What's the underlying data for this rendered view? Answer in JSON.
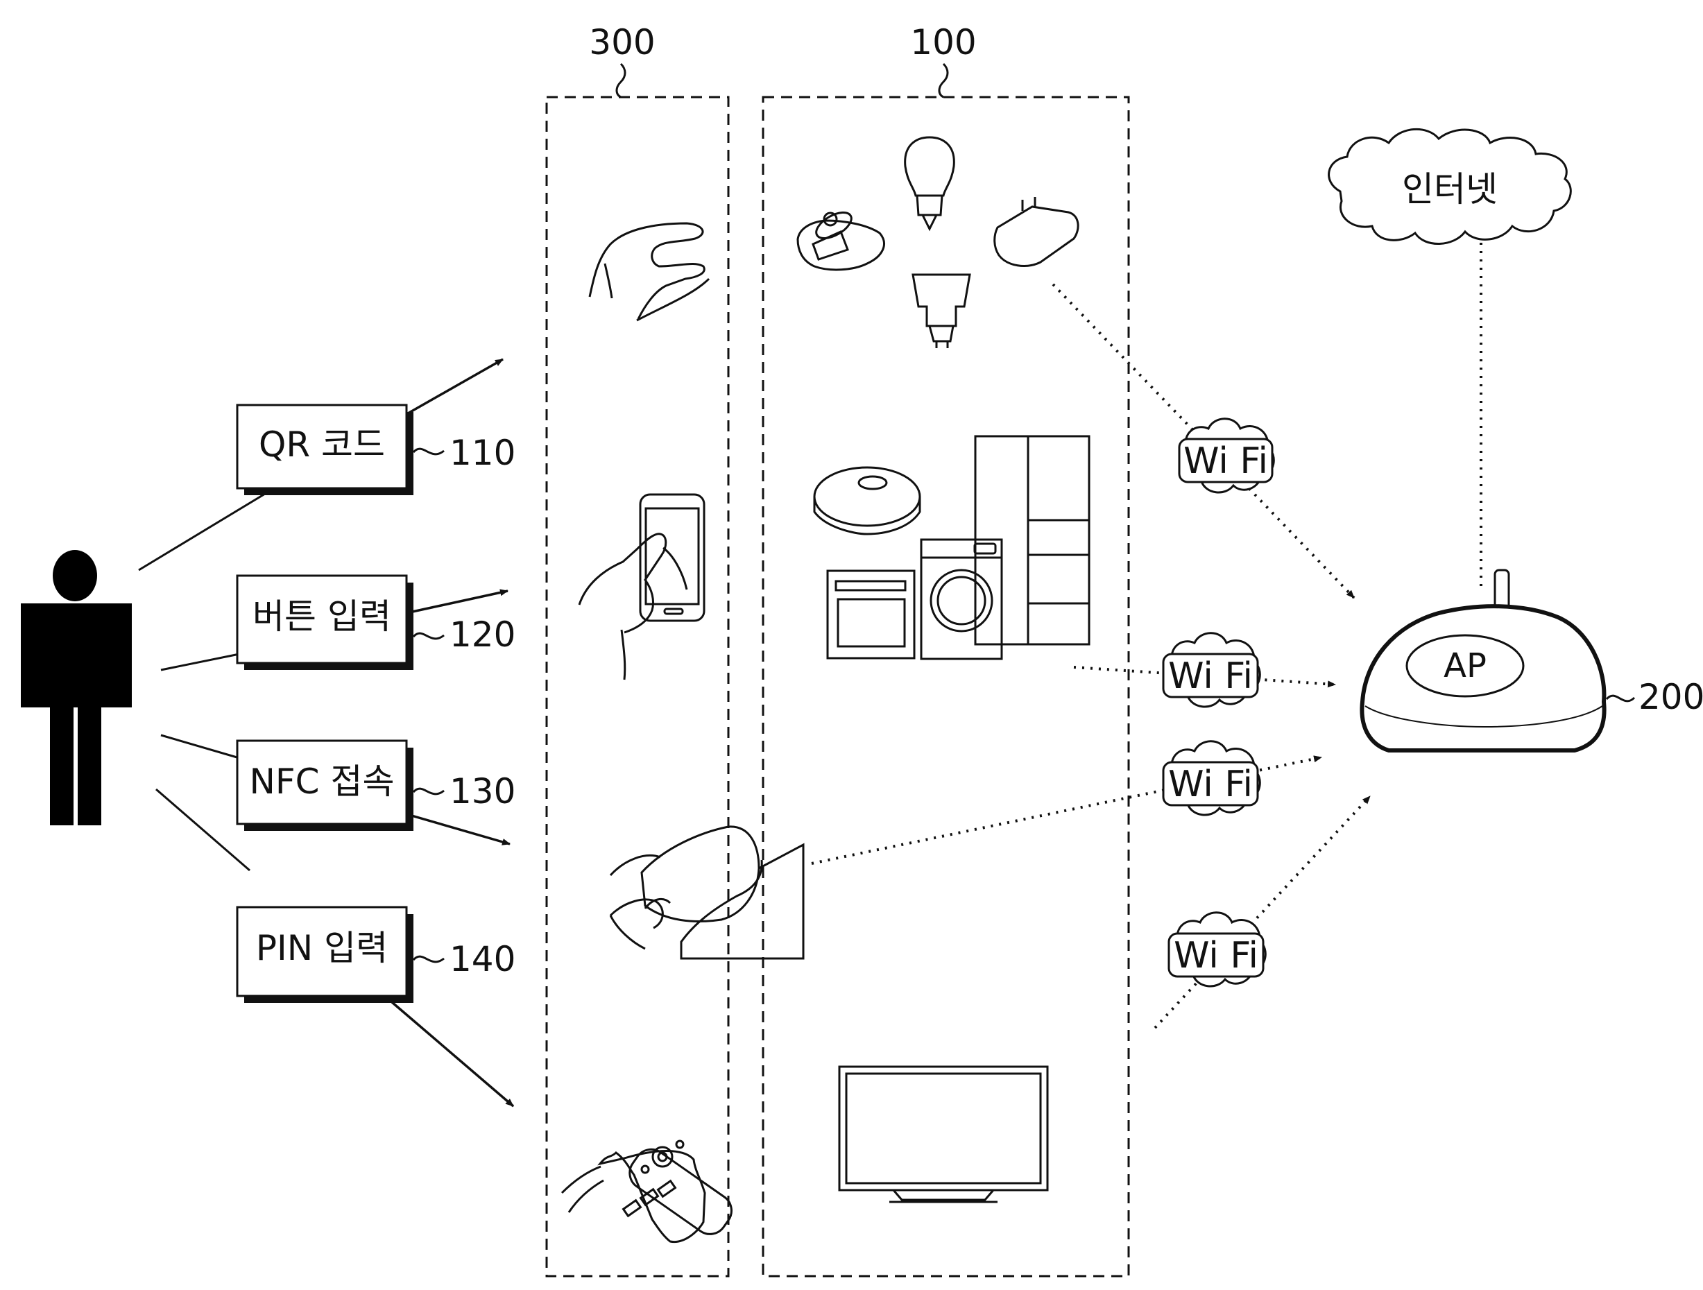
{
  "groups": {
    "interaction_group_ref": "300",
    "device_group_ref": "100"
  },
  "methods": [
    {
      "label": "QR 코드",
      "ref": "110"
    },
    {
      "label": "버튼 입력",
      "ref": "120"
    },
    {
      "label": "NFC 접속",
      "ref": "130"
    },
    {
      "label": "PIN 입력",
      "ref": "140"
    }
  ],
  "network": {
    "cloud_label": "인터넷",
    "ap_label": "AP",
    "ap_ref": "200",
    "wifi_label": "Wi Fi"
  },
  "colors": {
    "ink": "#111111",
    "background": "#ffffff"
  }
}
